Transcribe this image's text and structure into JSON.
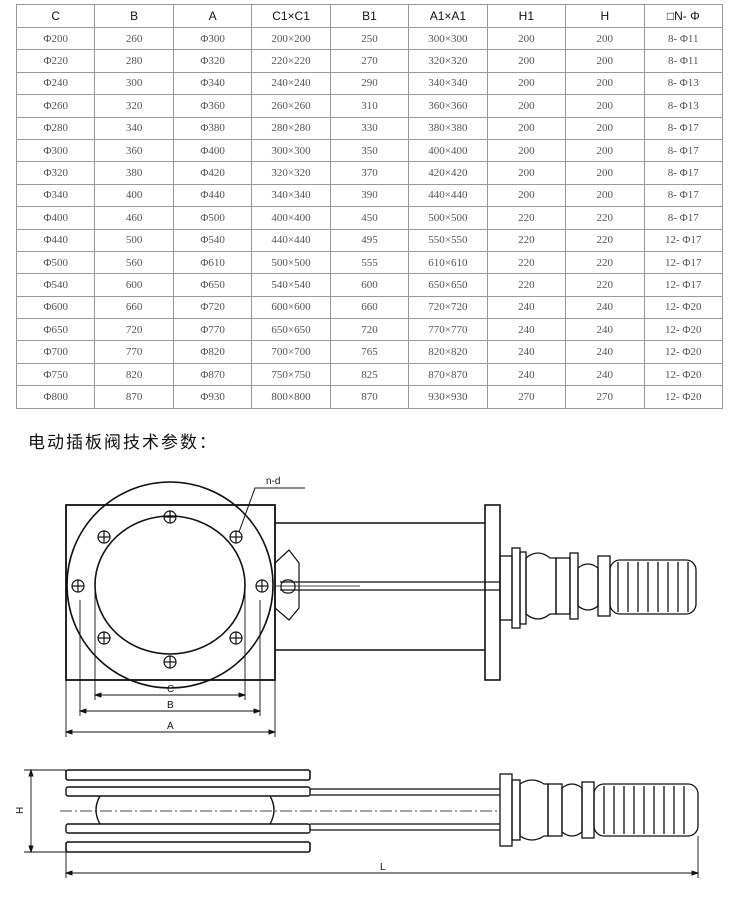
{
  "table": {
    "headers": [
      "C",
      "B",
      "A",
      "C1×C1",
      "B1",
      "A1×A1",
      "H1",
      "H",
      "□N- Φ"
    ],
    "rows": [
      [
        "Φ200",
        "260",
        "Φ300",
        "200×200",
        "250",
        "300×300",
        "200",
        "200",
        "8- Φ11"
      ],
      [
        "Φ220",
        "280",
        "Φ320",
        "220×220",
        "270",
        "320×320",
        "200",
        "200",
        "8- Φ11"
      ],
      [
        "Φ240",
        "300",
        "Φ340",
        "240×240",
        "290",
        "340×340",
        "200",
        "200",
        "8- Φ13"
      ],
      [
        "Φ260",
        "320",
        "Φ360",
        "260×260",
        "310",
        "360×360",
        "200",
        "200",
        "8- Φ13"
      ],
      [
        "Φ280",
        "340",
        "Φ380",
        "280×280",
        "330",
        "380×380",
        "200",
        "200",
        "8- Φ17"
      ],
      [
        "Φ300",
        "360",
        "Φ400",
        "300×300",
        "350",
        "400×400",
        "200",
        "200",
        "8- Φ17"
      ],
      [
        "Φ320",
        "380",
        "Φ420",
        "320×320",
        "370",
        "420×420",
        "200",
        "200",
        "8- Φ17"
      ],
      [
        "Φ340",
        "400",
        "Φ440",
        "340×340",
        "390",
        "440×440",
        "200",
        "200",
        "8- Φ17"
      ],
      [
        "Φ400",
        "460",
        "Φ500",
        "400×400",
        "450",
        "500×500",
        "220",
        "220",
        "8- Φ17"
      ],
      [
        "Φ440",
        "500",
        "Φ540",
        "440×440",
        "495",
        "550×550",
        "220",
        "220",
        "12- Φ17"
      ],
      [
        "Φ500",
        "560",
        "Φ610",
        "500×500",
        "555",
        "610×610",
        "220",
        "220",
        "12- Φ17"
      ],
      [
        "Φ540",
        "600",
        "Φ650",
        "540×540",
        "600",
        "650×650",
        "220",
        "220",
        "12- Φ17"
      ],
      [
        "Φ600",
        "660",
        "Φ720",
        "600×600",
        "660",
        "720×720",
        "240",
        "240",
        "12- Φ20"
      ],
      [
        "Φ650",
        "720",
        "Φ770",
        "650×650",
        "720",
        "770×770",
        "240",
        "240",
        "12- Φ20"
      ],
      [
        "Φ700",
        "770",
        "Φ820",
        "700×700",
        "765",
        "820×820",
        "240",
        "240",
        "12- Φ20"
      ],
      [
        "Φ750",
        "820",
        "Φ870",
        "750×750",
        "825",
        "870×870",
        "240",
        "240",
        "12- Φ20"
      ],
      [
        "Φ800",
        "870",
        "Φ930",
        "800×800",
        "870",
        "930×930",
        "270",
        "270",
        "12- Φ20"
      ]
    ]
  },
  "section_heading": "电动插板阀技术参数：",
  "drawing_labels": {
    "bolt_callout": "n-d",
    "dim_c": "C",
    "dim_b": "B",
    "dim_a": "A",
    "dim_h": "H",
    "dim_l": "L"
  }
}
